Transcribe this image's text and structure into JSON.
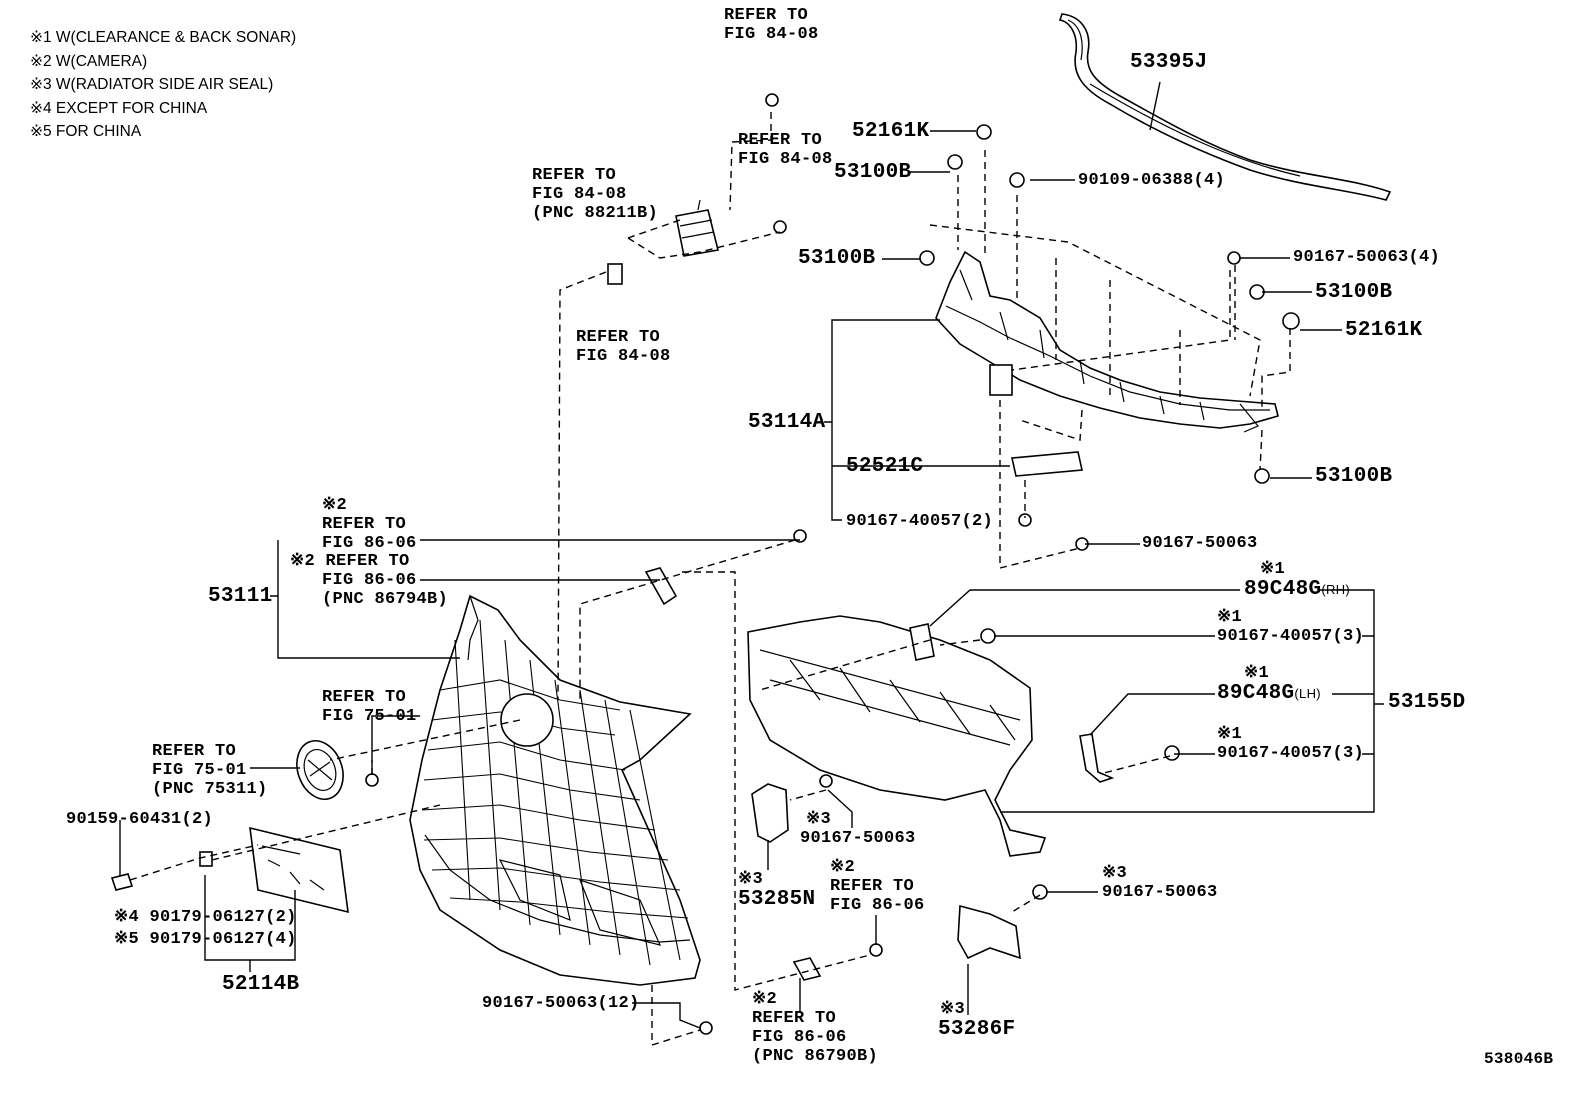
{
  "notes": [
    "※1 W(CLEARANCE & BACK SONAR)",
    "※2 W(CAMERA)",
    "※3 W(RADIATOR SIDE AIR SEAL)",
    "※4 EXCEPT FOR CHINA",
    "※5 FOR CHINA"
  ],
  "refs": {
    "fig8408_top": [
      "REFER TO",
      "FIG 84-08"
    ],
    "fig8408_right": [
      "REFER TO",
      "FIG 84-08"
    ],
    "fig8408_sensor": [
      "REFER TO",
      "FIG 84-08",
      "(PNC 88211B)"
    ],
    "fig8408_mid": [
      "REFER TO",
      "FIG 84-08"
    ],
    "fig8606_a": [
      "※2",
      "REFER TO",
      "FIG 86-06"
    ],
    "fig8606_b": [
      "※2 REFER TO",
      "FIG 86-06",
      "(PNC 86794B)"
    ],
    "fig7501_a": [
      "REFER TO",
      "FIG 75-01"
    ],
    "fig7501_b": [
      "REFER TO",
      "FIG 75-01",
      "(PNC 75311)"
    ],
    "fig8606_c": [
      "※2",
      "REFER TO",
      "FIG 86-06"
    ],
    "fig8606_d": [
      "※2",
      "REFER TO",
      "FIG 86-06",
      "(PNC 86790B)"
    ]
  },
  "parts": {
    "p53395J": "53395J",
    "p52161K_top": "52161K",
    "p53100B_a": "53100B",
    "p90109": "90109-06388(4)",
    "p53100B_b": "53100B",
    "p90167_50063_4": "90167-50063(4)",
    "p53100B_c": "53100B",
    "p52161K_r": "52161K",
    "p53114A": "53114A",
    "p52521C": "52521C",
    "p53100B_d": "53100B",
    "p90167_40057_2": "90167-40057(2)",
    "p90167_50063_a": "90167-50063",
    "p53111": "53111",
    "m1_a": "※1",
    "p89C48G_rh": "89C48G",
    "rh": "(RH)",
    "m1_b": "※1",
    "p90167_40057_3a": "90167-40057(3)",
    "m1_c": "※1",
    "p89C48G_lh": "89C48G",
    "lh": "(LH)",
    "m1_d": "※1",
    "p90167_40057_3b": "90167-40057(3)",
    "p53155D": "53155D",
    "p90159": "90159-60431(2)",
    "p90179_a": "※4 90179-06127(2)",
    "p90179_b": "※5 90179-06127(4)",
    "p52114B": "52114B",
    "m3_a": "※3",
    "p90167_50063_b": "90167-50063",
    "m3_b": "※3",
    "p53285N": "53285N",
    "m3_c": "※3",
    "p90167_50063_c": "90167-50063",
    "m3_d": "※3",
    "p53286F": "53286F",
    "p90167_50063_12": "90167-50063(12)"
  },
  "diagram_id": "538046B"
}
